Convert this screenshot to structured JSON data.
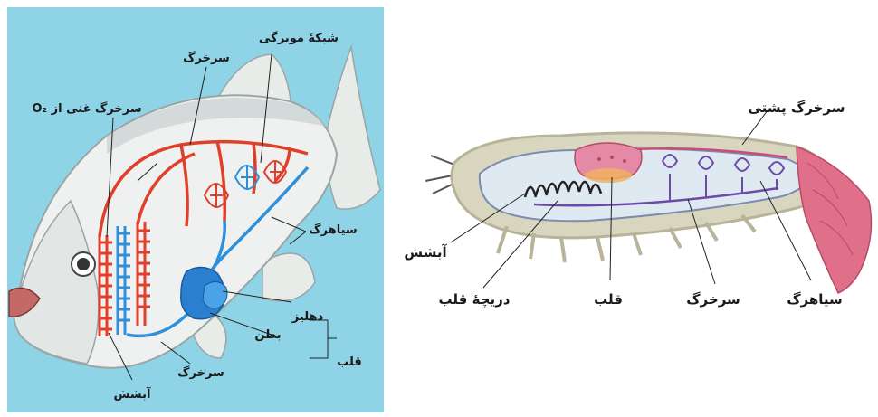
{
  "fish": {
    "labels": {
      "capillary_network": "شبکهٔ مویرگی",
      "artery_top": "سرخرگ",
      "oxygen_rich_artery": "سرخرگ غنی از O₂",
      "vein": "سیاهرگ",
      "atrium": "دهلیز",
      "ventricle": "بطن",
      "heart": "قلب",
      "artery_bottom": "سرخرگ",
      "gill": "آبشش"
    }
  },
  "shrimp": {
    "labels": {
      "dorsal_artery": "سرخرگ پشتی",
      "gill": "آبشش",
      "heart_valve": "دریچهٔ قلب",
      "heart": "قلب",
      "artery": "سرخرگ",
      "vein": "سیاهرگ"
    }
  },
  "colors": {
    "fish_background": "#8fd3e6",
    "artery": "#e0402a",
    "vein": "#2f8fd8",
    "heart": "#2b7fd0",
    "shrimp_body": "#dfe9f2",
    "shrimp_tail": "#e0708a",
    "shrimp_heart": "#e58aa6",
    "shrimp_shell_edge": "#b8b49a"
  }
}
